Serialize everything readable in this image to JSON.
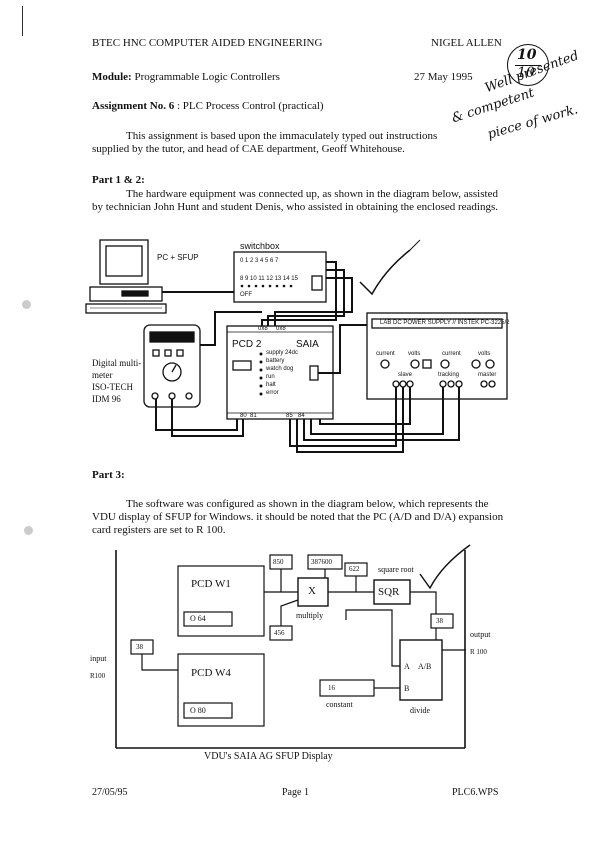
{
  "header": {
    "course": "BTEC HNC COMPUTER AIDED ENGINEERING",
    "author": "NIGEL ALLEN",
    "grade_top": "10",
    "grade_bottom": "10"
  },
  "module": {
    "label": "Module:",
    "value": "Programmable Logic Controllers",
    "date": "27 May 1995"
  },
  "assignment": {
    "label": "Assignment No. 6",
    "title": ": PLC Process Control (practical)"
  },
  "intro": "This assignment is based upon the immaculately typed out instructions supplied by the tutor, and head of CAE department, Geoff Whitehouse.",
  "marker_comment": [
    "Well presented",
    "& competent",
    "piece of work."
  ],
  "part12": {
    "heading": "Part 1 & 2:",
    "text": "The hardware equipment was connected up, as shown in the diagram below, assisted by technician John Hunt and student Denis, who assisted in obtaining the enclosed readings."
  },
  "hardware": {
    "pc_label": "PC + SFUP",
    "switchbox_label": "switchbox",
    "switch_top": "0 1 2 3 4 5 6 7",
    "switch_bottom": "8 9 10 11 12 13 14 15",
    "switch_off": "OFF",
    "meter_lines": [
      "Digital multi-",
      "meter",
      "ISO-TECH",
      "IDM 96"
    ],
    "pcd_label": "PCD 2",
    "saia_label": "SAIA",
    "pcd_port_a": "0x8",
    "pcd_port_b": "0x8",
    "pcd_bottom_ports": [
      "80",
      "81",
      "85",
      "84"
    ],
    "status_leds": [
      "supply 24dc",
      "battery",
      "watch dog",
      "run",
      "halt",
      "error"
    ],
    "psu_label": "LAB DC POWER SUPPLY // INSTEK PC-3225/2",
    "psu_labels": [
      "current",
      "volts",
      "current",
      "volts"
    ],
    "psu_bottom_labels": [
      "slave",
      "tracking",
      "master"
    ]
  },
  "part3": {
    "heading": "Part 3:",
    "text": "The software was configured as shown in the diagram below, which represents the VDU display of SFUP for Windows. it should be noted that the PC (A/D and D/A) expansion card registers are set to R 100."
  },
  "software": {
    "pcd_w1": "PCD W1",
    "o64": "O 64",
    "pcd_w4": "PCD W4",
    "o80": "O 80",
    "c850": "850",
    "c387600": "387600",
    "c622": "622",
    "c456": "456",
    "c38a": "38",
    "c38b": "38",
    "c16": "16",
    "x_label": "X",
    "multiply": "multiply",
    "sqr": "SQR",
    "square_root": "square root",
    "a_label": "A",
    "ab_label": "A/B",
    "b_label": "B",
    "divide": "divide",
    "constant": "constant",
    "input": "input",
    "r100_in": "R100",
    "output": "output",
    "r100_out": "R 100",
    "caption": "VDU's SAIA AG SFUP Display"
  },
  "footer": {
    "date": "27/05/95",
    "page": "Page 1",
    "file": "PLC6.WPS"
  }
}
